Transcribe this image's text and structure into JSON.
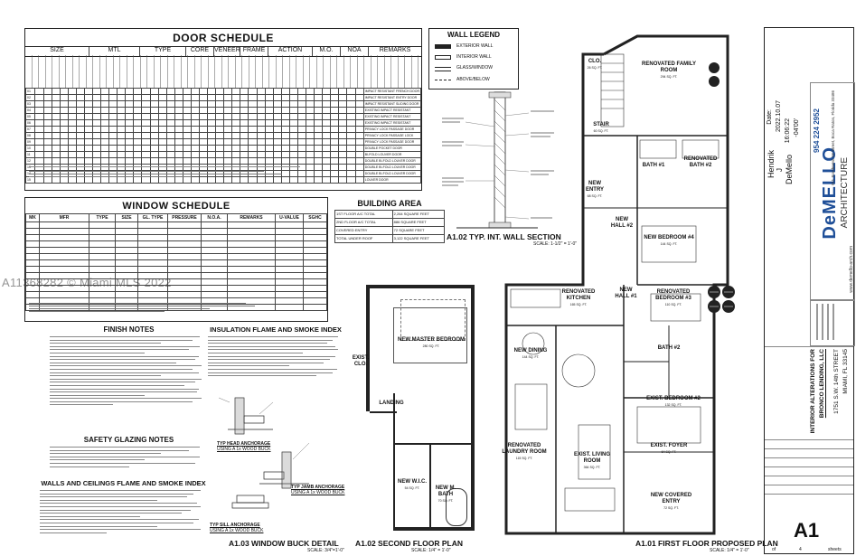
{
  "door_schedule": {
    "title": "DOOR SCHEDULE",
    "groups": [
      "SIZE",
      "MTL",
      "TYPE",
      "CORE",
      "VENEER",
      "FRAME",
      "ACTION",
      "M.O.",
      "NOA",
      "REMARKS"
    ],
    "row_numbers": [
      "01",
      "02",
      "03",
      "04",
      "05",
      "06",
      "07",
      "08",
      "09",
      "10",
      "11",
      "12",
      "13",
      "14",
      "15"
    ],
    "remarks": [
      "IMPACT RESISTANT FRENCH DOOR",
      "IMPACT RESISTANT ENTRY DOOR",
      "IMPACT RESISTANT SLIDING DOOR",
      "EXISTING IMPACT RESISTANT",
      "EXISTING IMPACT RESISTANT",
      "EXISTING IMPACT RESISTANT",
      "PRIVACY LOCK PASSAGE DOOR",
      "PRIVACY LOCK PASSAGE LOCK",
      "PRIVACY LOCK PASSAGE DOOR",
      "DOUBLE POCKET DOOR",
      "BI-FOLD LOUVER DOOR",
      "DOUBLE BI-FOLD LOUVER DOOR",
      "DOUBLE BI-FOLD LOUVER DOOR",
      "DOUBLE BI-FOLD LOUVER DOOR",
      "LOUVER DOOR"
    ]
  },
  "wall_legend": {
    "title": "WALL LEGEND",
    "items": [
      "EXTERIOR WALL",
      "INTERIOR WALL",
      "GLASS/WINDOW",
      "ABOVE/BELOW"
    ]
  },
  "window_schedule": {
    "title": "WINDOW SCHEDULE",
    "headers": [
      "MK",
      "MFR",
      "TYPE",
      "SIZE",
      "GL. TYPE",
      "PRESSURE",
      "N.O.A.",
      "REMARKS",
      "U-VALUE",
      "SGHC"
    ]
  },
  "building_area": {
    "title": "BUILDING AREA",
    "rows": [
      {
        "label": "1ST FLOOR A/C TOTAL",
        "value": "2,264 SQUARE FEET"
      },
      {
        "label": "2ND FLOOR A/C TOTAL",
        "value": "886 SQUARE FEET"
      },
      {
        "label": "COVERED ENTRY",
        "value": "72 SQUARE FEET"
      },
      {
        "label": "TOTAL UNDER ROOF",
        "value": "3,122 SQUARE FEET"
      }
    ]
  },
  "wall_section": {
    "title": "A1.02 TYP. INT. WALL SECTION",
    "scale": "SCALE: 1-1/2\" = 1'-0\""
  },
  "finish_notes": {
    "title": "FINISH NOTES"
  },
  "safety_notes": {
    "title": "SAFETY GLAZING NOTES"
  },
  "walls_index": {
    "title": "WALLS AND CEILINGS FLAME AND SMOKE INDEX"
  },
  "insulation_index": {
    "title": "INSULATION FLAME AND SMOKE INDEX"
  },
  "buck": {
    "title": "A1.03 WINDOW BUCK DETAIL",
    "scale": "SCALE: 3/4\"=1'-0\"",
    "head_anchorage": "TYP HEAD ANCHORAGE",
    "head_sub": "USING A 1x WOOD BUCK",
    "jamb_anchorage": "TYP JAMB ANCHORAGE",
    "jamb_sub": "USING A 1x WOOD BUCK",
    "sill_anchorage": "TYP SILL ANCHORAGE",
    "sill_sub": "USING A 1x WOOD BUCK"
  },
  "second_floor": {
    "title": "A1.02 SECOND FLOOR PLAN",
    "scale": "SCALE: 1/4\" = 1'-0\"",
    "rooms": [
      {
        "name": "NEW MASTER BEDROOM",
        "sqft": "280 SQ. FT."
      },
      {
        "name": "EXIST. CLO.",
        "sqft": ""
      },
      {
        "name": "LANDING",
        "sqft": ""
      },
      {
        "name": "NEW W.I.C.",
        "sqft": "54 SQ. FT."
      },
      {
        "name": "NEW M. BATH",
        "sqft": "70 SQ. FT."
      }
    ]
  },
  "first_floor": {
    "title": "A1.01 FIRST FLOOR PROPOSED PLAN",
    "scale": "SCALE: 1/4\" = 1'-0\"",
    "rooms": [
      {
        "name": "RENOVATED FAMILY ROOM",
        "sqft": "294 SQ. FT."
      },
      {
        "name": "CLO.",
        "sqft": "26 SQ. FT."
      },
      {
        "name": "STAIR",
        "sqft": "60 SQ. FT."
      },
      {
        "name": "BATH #1",
        "sqft": ""
      },
      {
        "name": "RENOVATED BATH #2",
        "sqft": ""
      },
      {
        "name": "NEW ENTRY",
        "sqft": "68 SQ. FT."
      },
      {
        "name": "NEW HALL #2",
        "sqft": ""
      },
      {
        "name": "NEW BEDROOM #4",
        "sqft": "144 SQ. FT."
      },
      {
        "name": "RENOVATED KITCHEN",
        "sqft": "165 SQ. FT."
      },
      {
        "name": "NEW HALL #1",
        "sqft": ""
      },
      {
        "name": "RENOVATED BEDROOM #3",
        "sqft": "110 SQ. FT."
      },
      {
        "name": "NEW DINING",
        "sqft": "144 SQ. FT."
      },
      {
        "name": "BATH #2",
        "sqft": ""
      },
      {
        "name": "EXIST. BEDROOM #2",
        "sqft": "132 SQ. FT."
      },
      {
        "name": "RENOVATED LAUNDRY ROOM",
        "sqft": "115 SQ. FT."
      },
      {
        "name": "EXIST. LIVING ROOM",
        "sqft": "364 SQ. FT."
      },
      {
        "name": "EXIST. FOYER",
        "sqft": "64 SQ. FT."
      },
      {
        "name": "NEW COVERED ENTRY",
        "sqft": "72 SQ. FT."
      }
    ]
  },
  "title_block": {
    "signature_name": "Hendrik",
    "signature_initial": "J",
    "signature_last": "DeMello",
    "date_label": "Date:",
    "date": "2022.10.07",
    "time": "16:06:22",
    "tz": "-04'00'",
    "firm_name": "DeMELLO",
    "firm_sub": "ARCHITECTURE",
    "phone": "954 224 2952",
    "website": "www.demello-arch.com",
    "address": "911 Southwest 18 Street, Boca Raton, Florida 33486",
    "project_title": "INTERIOR ALTERATIONS FOR",
    "client": "BRONCO LENDING, LLC",
    "street": "1751 S.W. 14th STREET",
    "city": "MIAMI, FL 33145",
    "sheet_number": "A1",
    "sheet_of": "of",
    "sheet_count": "4",
    "sheets_label": "sheets"
  },
  "watermark": "A11368282 © Miami MLS 2022"
}
